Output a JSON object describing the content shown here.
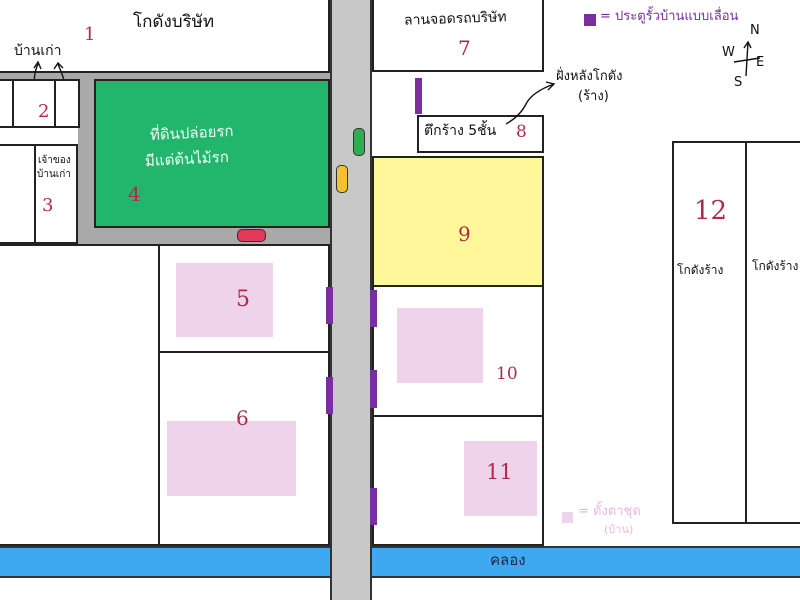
{
  "colors": {
    "road": "#c8c8c8",
    "lane": "#a9a9a9",
    "canal": "#3ea8f0",
    "green_area": "#22b56c",
    "yellow_area": "#fff79a",
    "pink_area": "#eed3ea",
    "door": "#7a2fa0",
    "number": "#b02a4a",
    "car_green": "#2fae4f",
    "car_yellow": "#f2c230",
    "car_red": "#e0395a"
  },
  "labels": {
    "warehouse_company": "โกดังบริษัท",
    "old_houses": "บ้านเก่า",
    "old_house_owner_line1": "เจ้าของ",
    "old_house_owner_line2": "บ้านเก่า",
    "parking_company": "ลานจอดรถบริษัท",
    "building_5": "ตึกร้าง 5ชั้น",
    "warehouse_annotation_line1": "ฝั่งหลังโกดัง",
    "warehouse_annotation_line2": "(ร้าง)",
    "empty_lot_line1": "ที่ดินปล่อยรก",
    "empty_lot_line2": "มีแต่ต้นไม้รก",
    "abandoned_warehouse_a": "โกดังร้าง",
    "abandoned_warehouse_b": "โกดังร้าง",
    "canal": "คลอง"
  },
  "numbers": {
    "n1": "1",
    "n2": "2",
    "n3": "3",
    "n4": "4",
    "n5": "5",
    "n6": "6",
    "n7": "7",
    "n8": "8",
    "n9": "9",
    "n10": "10",
    "n11": "11",
    "n12": "12"
  },
  "legend": {
    "door_symbol_text": "= ประตูรั้วบ้านแบบเลื่อน",
    "pink_symbol_line1": "= ตั้งตาชุด",
    "pink_symbol_line2": "(บ้าน)"
  },
  "compass": {
    "n": "N",
    "s": "S",
    "e": "E",
    "w": "W"
  }
}
